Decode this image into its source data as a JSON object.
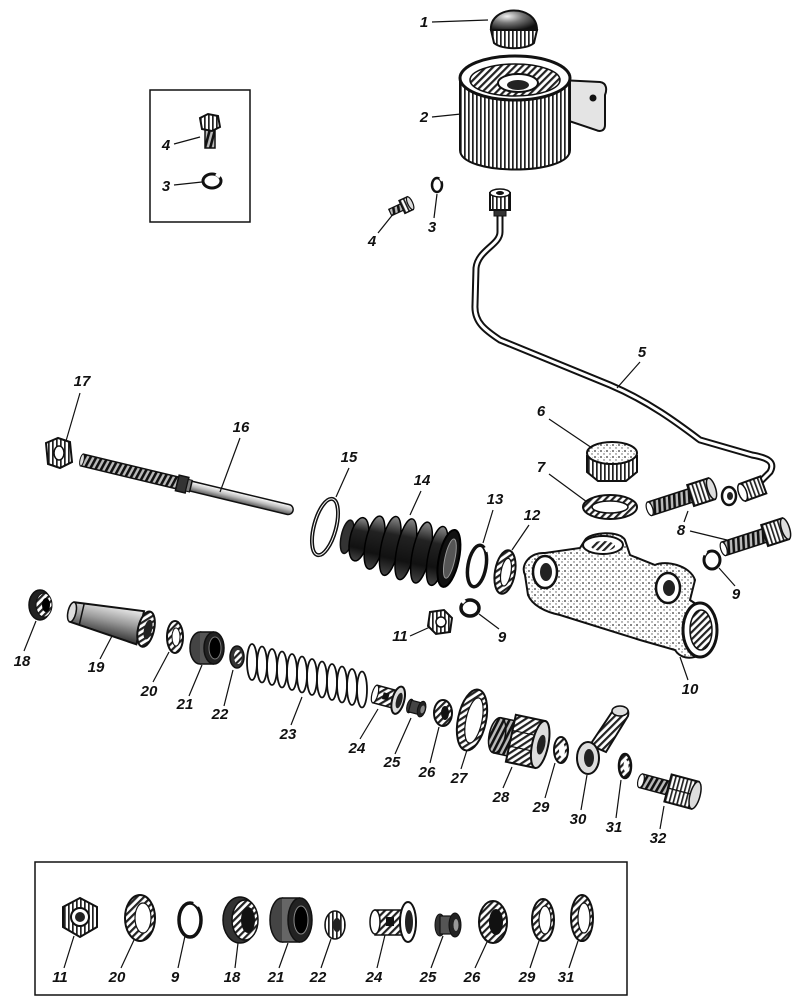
{
  "diagram": {
    "inset_callouts": [
      "4",
      "3"
    ],
    "callouts": [
      "1",
      "2",
      "3",
      "4",
      "5",
      "6",
      "7",
      "8",
      "9",
      "10",
      "11",
      "9",
      "12",
      "13",
      "14",
      "15",
      "16",
      "17",
      "18",
      "19",
      "20",
      "21",
      "22",
      "23",
      "24",
      "25",
      "26",
      "27",
      "28",
      "29",
      "30",
      "31",
      "32"
    ],
    "detail_row_callouts": [
      "11",
      "20",
      "9",
      "18",
      "21",
      "22",
      "24",
      "25",
      "26",
      "29",
      "31"
    ]
  }
}
